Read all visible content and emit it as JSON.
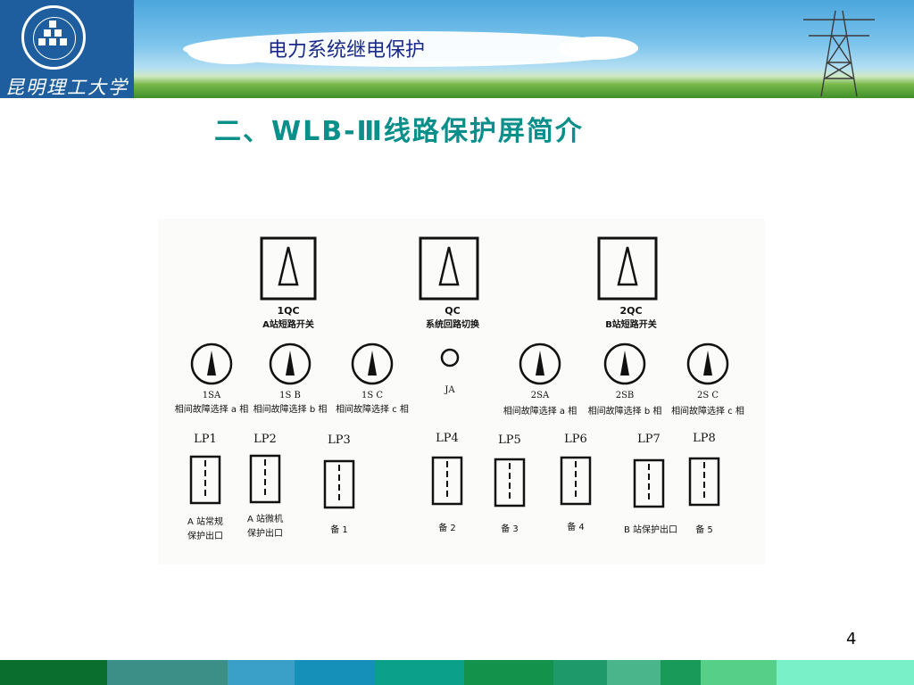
{
  "header": {
    "course_title": "电力系统继电保护",
    "university_name": "昆明理工大学"
  },
  "slide": {
    "heading": "二、WLB-Ⅲ线路保护屏简介",
    "page_number": "4"
  },
  "diagram": {
    "switches": [
      {
        "code": "1QC",
        "label": "A站短路开关"
      },
      {
        "code": "QC",
        "label": "系统回路切换"
      },
      {
        "code": "2QC",
        "label": "B站短路开关"
      }
    ],
    "selectors": [
      {
        "code": "1SA",
        "caption": "相间故障选择 a 相"
      },
      {
        "code": "1S B",
        "caption": "相间故障选择 b 相"
      },
      {
        "code": "1S C",
        "caption": "相间故障选择 c 相"
      },
      {
        "code": "JA",
        "caption": ""
      },
      {
        "code": "2SA",
        "caption": "相间故障选择 a 相"
      },
      {
        "code": "2SB",
        "caption": "相间故障选择 b 相"
      },
      {
        "code": "2S C",
        "caption": "相间故障选择 c 相"
      }
    ],
    "plates": [
      {
        "code": "LP1",
        "caption_line1": "A 站常规",
        "caption_line2": "保护出口"
      },
      {
        "code": "LP2",
        "caption_line1": "A 站微机",
        "caption_line2": "保护出口"
      },
      {
        "code": "LP3",
        "caption_line1": "备 1",
        "caption_line2": ""
      },
      {
        "code": "LP4",
        "caption_line1": "备 2",
        "caption_line2": ""
      },
      {
        "code": "LP5",
        "caption_line1": "备 3",
        "caption_line2": ""
      },
      {
        "code": "LP6",
        "caption_line1": "备 4",
        "caption_line2": ""
      },
      {
        "code": "LP7",
        "caption_line1": "B 站保护出口",
        "caption_line2": ""
      },
      {
        "code": "LP8",
        "caption_line1": "备 5",
        "caption_line2": ""
      }
    ]
  },
  "colors": {
    "heading": "#0a8f8a",
    "course_title": "#1a2a8a",
    "logo_box": "#1e5e9e"
  },
  "icons": {
    "logo": "university-seal-icon",
    "tower": "power-tower-icon",
    "switch": "rotary-switch-icon",
    "selector": "knob-selector-icon",
    "plate": "connecting-plate-icon",
    "indicator": "indicator-lamp-icon"
  }
}
